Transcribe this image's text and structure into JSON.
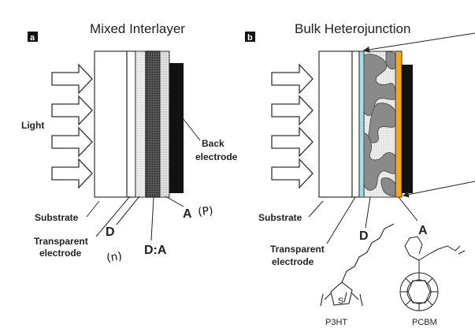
{
  "panel_a": {
    "letter": "a",
    "title": "Mixed Interlayer",
    "labels": {
      "light": "Light",
      "back_electrode_1": "Back",
      "back_electrode_2": "electrode",
      "substrate": "Substrate",
      "transparent_1": "Transparent",
      "transparent_2": "electrode",
      "d": "D",
      "da": "D:A",
      "a": "A"
    },
    "handwriting": {
      "n": "(n)",
      "p": "(P)"
    }
  },
  "panel_b": {
    "letter": "b",
    "title": "Bulk Heterojunction",
    "labels": {
      "substrate": "Substrate",
      "transparent_1": "Transparent",
      "transparent_2": "electrode",
      "d": "D",
      "a": "A",
      "p3ht": "P3HT",
      "pcbm": "PCBM"
    }
  },
  "colors": {
    "cyan_layer": "#a7dbe3",
    "orange_layer": "#f6a70f",
    "electrode": "#111111",
    "donor_phase": "#8a8a8a"
  }
}
